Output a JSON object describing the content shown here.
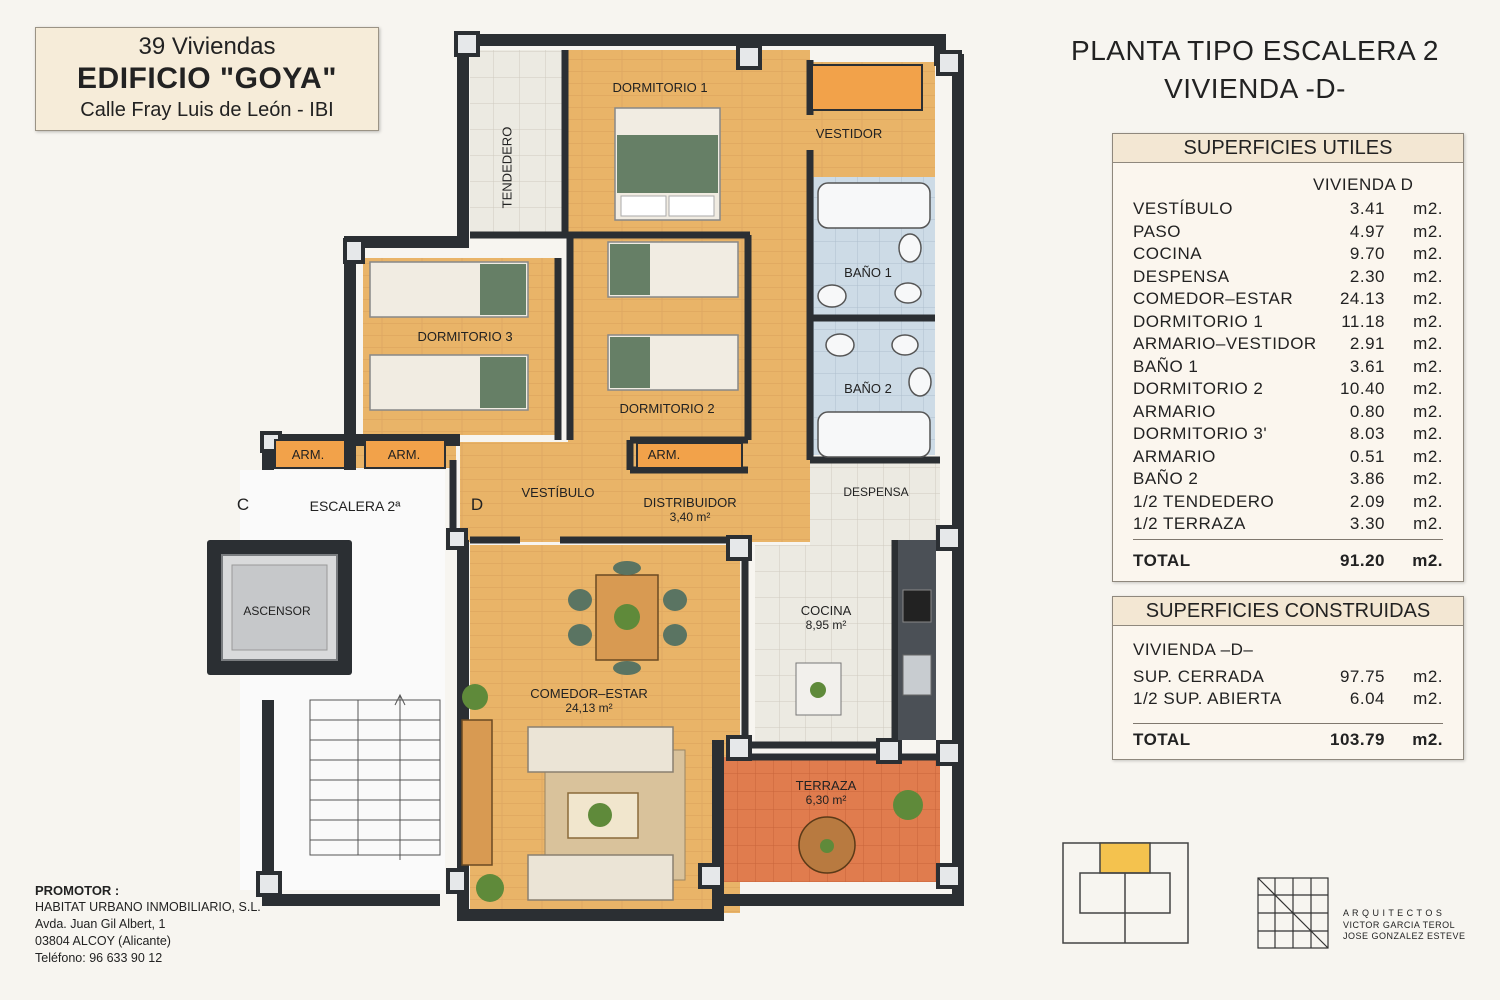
{
  "header": {
    "project_count": "39 Viviendas",
    "building_name": "EDIFICIO \"GOYA\"",
    "address": "Calle  Fray Luis de León - IBI"
  },
  "plan_title": {
    "line1": "PLANTA TIPO ESCALERA 2",
    "line2": "VIVIENDA  -D-"
  },
  "superficies_utiles": {
    "title": "SUPERFICIES UTILES",
    "column": "VIVIENDA  D",
    "rows": [
      {
        "name": "VESTÍBULO",
        "value": "3.41",
        "unit": "m2."
      },
      {
        "name": "PASO",
        "value": "4.97",
        "unit": "m2."
      },
      {
        "name": "COCINA",
        "value": "9.70",
        "unit": "m2."
      },
      {
        "name": "DESPENSA",
        "value": "2.30",
        "unit": "m2."
      },
      {
        "name": "COMEDOR–ESTAR",
        "value": "24.13",
        "unit": "m2."
      },
      {
        "name": "DORMITORIO 1",
        "value": "11.18",
        "unit": "m2."
      },
      {
        "name": "ARMARIO–VESTIDOR",
        "value": "2.91",
        "unit": "m2."
      },
      {
        "name": "BAÑO 1",
        "value": "3.61",
        "unit": "m2."
      },
      {
        "name": "DORMITORIO 2",
        "value": "10.40",
        "unit": "m2."
      },
      {
        "name": "ARMARIO",
        "value": "0.80",
        "unit": "m2."
      },
      {
        "name": "DORMITORIO 3'",
        "value": "8.03",
        "unit": "m2."
      },
      {
        "name": "ARMARIO",
        "value": "0.51",
        "unit": "m2."
      },
      {
        "name": "BAÑO 2",
        "value": "3.86",
        "unit": "m2."
      },
      {
        "name": "1/2  TENDEDERO",
        "value": "2.09",
        "unit": "m2."
      },
      {
        "name": "1/2  TERRAZA",
        "value": "3.30",
        "unit": "m2."
      }
    ],
    "total_label": "TOTAL",
    "total_value": "91.20",
    "total_unit": "m2."
  },
  "superficies_construidas": {
    "title": "SUPERFICIES CONSTRUIDAS",
    "subtitle": "VIVIENDA  –D–",
    "rows": [
      {
        "name": "SUP.  CERRADA",
        "value": "97.75",
        "unit": "m2."
      },
      {
        "name": "1/2  SUP.  ABIERTA",
        "value": "6.04",
        "unit": "m2."
      }
    ],
    "total_label": "TOTAL",
    "total_value": "103.79",
    "total_unit": "m2."
  },
  "rooms": {
    "dormitorio1": "DORMITORIO 1",
    "vestidor": "VESTIDOR",
    "tendedero": "TENDEDERO",
    "dormitorio2": "DORMITORIO 2",
    "dormitorio3": "DORMITORIO 3",
    "bano1": "BAÑO 1",
    "bano2": "BAÑO 2",
    "arm1": "ARM.",
    "arm2": "ARM.",
    "arm3": "ARM.",
    "escalera": "ESCALERA   2ª",
    "door_c": "C",
    "door_d": "D",
    "vestibulo": "VESTÍBULO",
    "distribuidor": "DISTRIBUIDOR",
    "distribuidor_area": "3,40 m²",
    "despensa": "DESPENSA",
    "ascensor": "ASCENSOR",
    "cocina": "COCINA",
    "cocina_area": "8,95 m²",
    "comedor": "COMEDOR–ESTAR",
    "comedor_area": "24,13 m²",
    "terraza": "TERRAZA",
    "terraza_area": "6,30 m²"
  },
  "promotor": {
    "label": "PROMOTOR :",
    "company": "HABITAT URBANO INMOBILIARIO, S.L.",
    "street": "Avda. Juan Gil Albert, 1",
    "city": "03804 ALCOY (Alicante)",
    "phone": "Teléfono: 96 633 90 12"
  },
  "arquitectos": {
    "label": "A R Q U I T E C T O S",
    "name1": "VICTOR GARCIA TEROL",
    "name2": "JOSE GONZALEZ ESTEVE"
  },
  "colors": {
    "wood_floor": "#e9b468",
    "tile_floor": "#eceae2",
    "bath_tile": "#cddbe6",
    "terrace_tile": "#e07c4e",
    "wall": "#2b2f33",
    "bed_green": "#667f66"
  }
}
